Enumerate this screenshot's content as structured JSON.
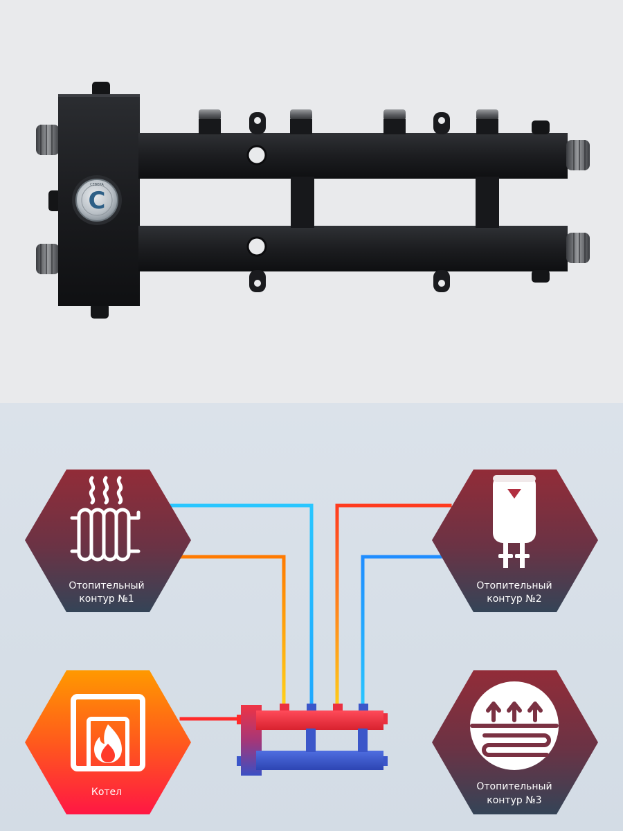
{
  "colors": {
    "hot_pipe": "#f04423",
    "cold_pipe": "#1f6bff",
    "hex_red_top": "#8e2f3c",
    "hex_dark_bottom": "#3a4657",
    "boiler_top": "#ff8a00",
    "boiler_bottom": "#ff1a3c",
    "manifold_red": "#ea3040",
    "manifold_blue": "#3b56c9"
  },
  "product": {
    "logo_letter": "C",
    "logo_ring_text": "СЕВЕРА"
  },
  "nodes": {
    "circuit_1": {
      "label_line1": "Отопительный",
      "label_line2": "контур  №1",
      "icon": "radiator-icon"
    },
    "circuit_2": {
      "label_line1": "Отопительный",
      "label_line2": "контур  №2",
      "icon": "water-heater-icon"
    },
    "circuit_3": {
      "label_line1": "Отопительный",
      "label_line2": "контур  №3",
      "icon": "floor-heating-icon"
    },
    "boiler": {
      "label": "Котел",
      "icon": "boiler-flame-icon"
    }
  }
}
